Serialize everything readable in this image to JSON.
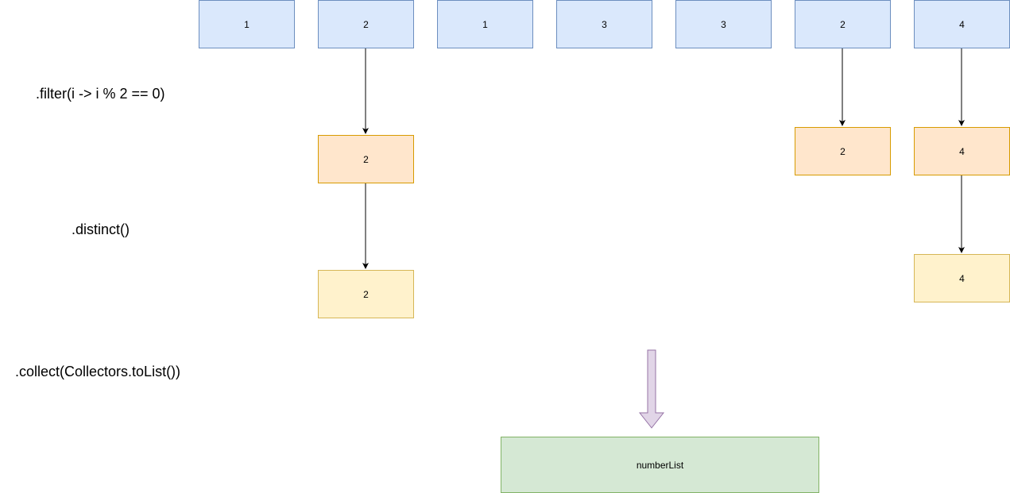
{
  "inputs": [
    "1",
    "2",
    "1",
    "3",
    "3",
    "2",
    "4"
  ],
  "operations": {
    "filter": ".filter(i -> i % 2 == 0)",
    "distinct": ".distinct()",
    "collect": ".collect(Collectors.toList())"
  },
  "filtered": [
    "2",
    "2",
    "4"
  ],
  "distinct_values": [
    "2",
    "4"
  ],
  "result_label": "numberList",
  "colors": {
    "input_fill": "#dae8fc",
    "input_stroke": "#6c8ebf",
    "filtered_fill": "#ffe6cc",
    "filtered_stroke": "#d79b00",
    "distinct_fill": "#fff2cc",
    "distinct_stroke": "#d6b656",
    "result_fill": "#d5e8d4",
    "result_stroke": "#82b366",
    "collect_arrow_fill": "#e1d5e7",
    "collect_arrow_stroke": "#9673a6"
  }
}
